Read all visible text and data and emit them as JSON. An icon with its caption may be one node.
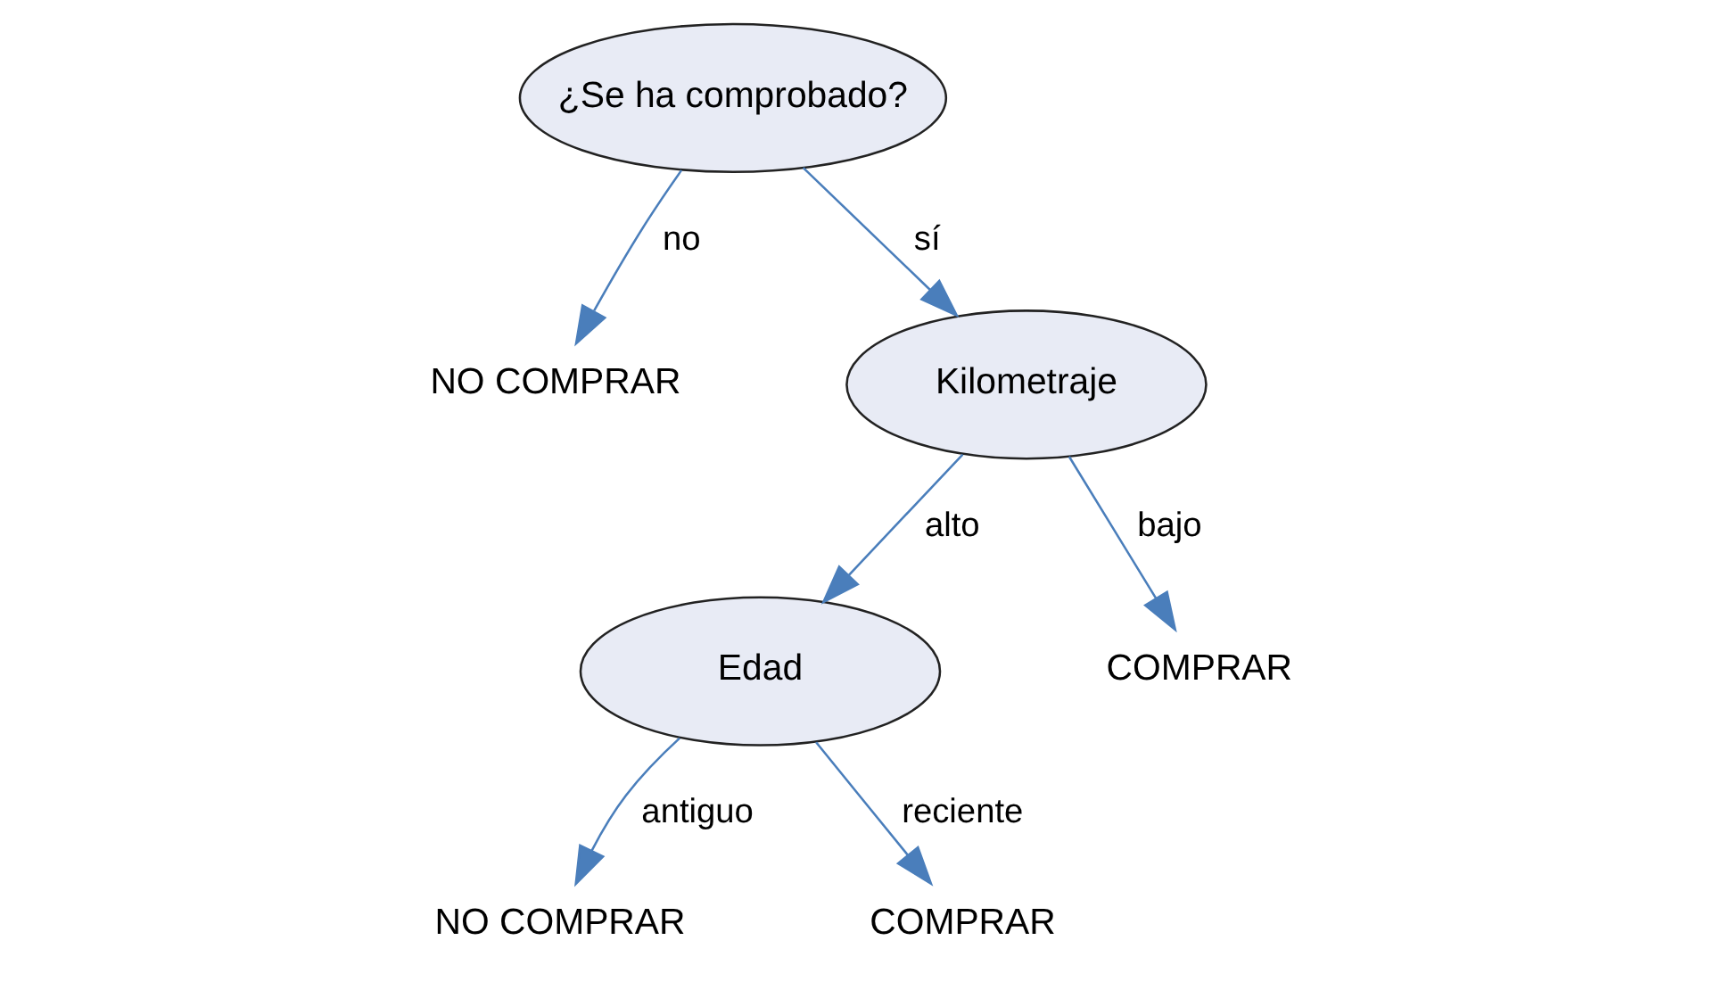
{
  "diagram": {
    "nodes": [
      {
        "text": [
          "¿Se ha comprobado?"
        ]
      },
      {
        "text": [
          "NO COMPRAR"
        ]
      },
      {
        "text": [
          "Kilometraje"
        ]
      },
      {
        "text": [
          "Edad"
        ]
      },
      {
        "text": [
          "COMPRAR"
        ]
      },
      {
        "text": [
          "NO COMPRAR"
        ]
      },
      {
        "text": [
          "COMPRAR"
        ]
      }
    ],
    "edges": [
      {
        "from": 0,
        "to": 1,
        "arrow": "to",
        "label": "no"
      },
      {
        "from": 0,
        "to": 2,
        "arrow": "to",
        "label": "sí"
      },
      {
        "from": 2,
        "to": 3,
        "arrow": "to",
        "label": "alto"
      },
      {
        "from": 2,
        "to": 4,
        "arrow": "to",
        "label": "bajo"
      },
      {
        "from": 3,
        "to": 5,
        "arrow": "to",
        "label": "antiguo"
      },
      {
        "from": 3,
        "to": 6,
        "arrow": "to",
        "label": "reciente"
      }
    ]
  }
}
